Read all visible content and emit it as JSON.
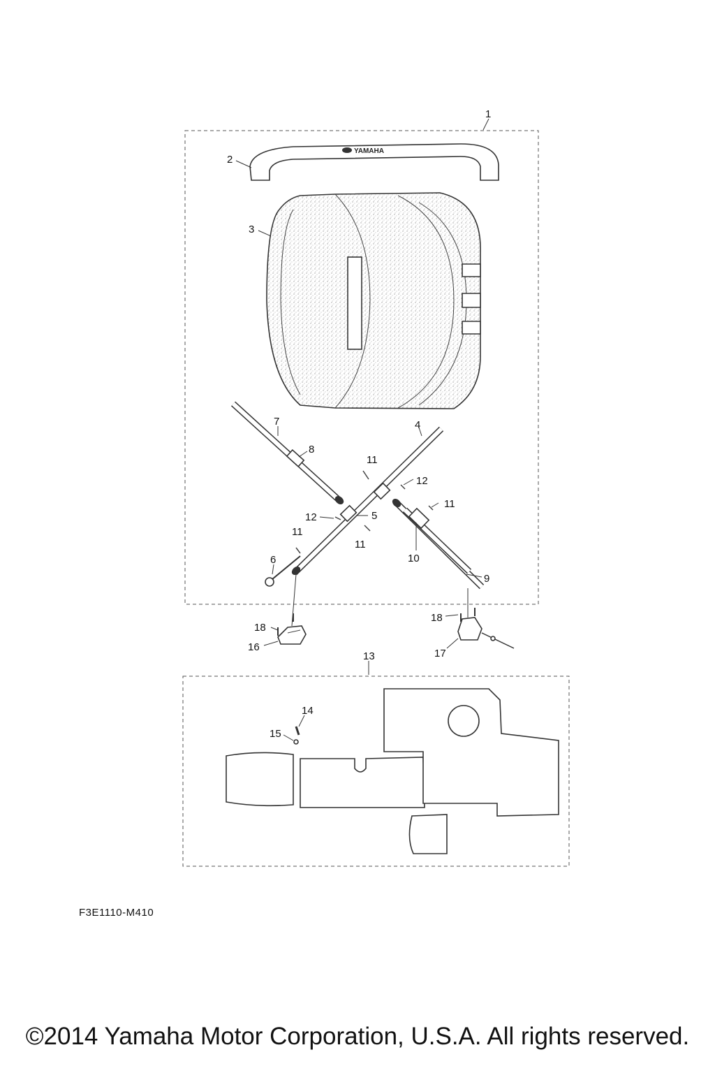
{
  "diagram": {
    "code": "F3E1110-M410",
    "copyright": "©2014 Yamaha Motor Corporation, U.S.A. All rights reserved.",
    "logo_text": "YAMAHA",
    "callouts": {
      "c1": "1",
      "c2": "2",
      "c3": "3",
      "c4": "4",
      "c5": "5",
      "c6": "6",
      "c7": "7",
      "c8": "8",
      "c9": "9",
      "c10": "10",
      "c11a": "11",
      "c11b": "11",
      "c11c": "11",
      "c11d": "11",
      "c12a": "12",
      "c12b": "12",
      "c13": "13",
      "c14": "14",
      "c15": "15",
      "c16": "16",
      "c17": "17",
      "c18a": "18",
      "c18b": "18"
    }
  }
}
